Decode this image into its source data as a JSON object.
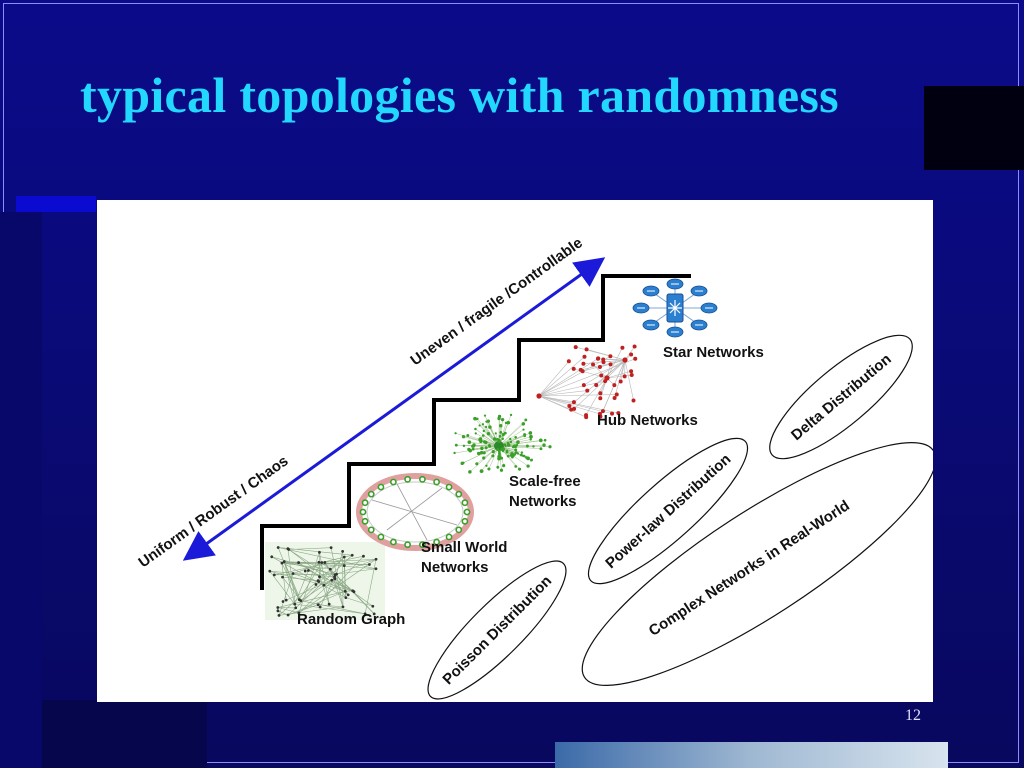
{
  "slide": {
    "title": "typical topologies with randomness",
    "page_number": "12"
  },
  "diagram": {
    "arrow_up_label": "Uneven / fragile /Controllable",
    "arrow_down_label": "Uniform / Robust / Chaos",
    "steps": [
      {
        "label": "Random Graph"
      },
      {
        "label_line1": "Small World",
        "label_line2": "Networks"
      },
      {
        "label_line1": "Scale-free",
        "label_line2": "Networks"
      },
      {
        "label": "Hub Networks"
      },
      {
        "label": "Star Networks"
      }
    ],
    "distributions": [
      {
        "label": "Poisson Distribution"
      },
      {
        "label": "Power-law Distribution"
      },
      {
        "label": "Delta Distribution"
      },
      {
        "label": "Complex Networks in Real-World"
      }
    ],
    "colors": {
      "title": "#23d8ff",
      "arrow": "#1a1ad8",
      "staircase": "#000000",
      "node_green": "#3aa02a",
      "node_red": "#c02020",
      "router_blue": "#2a7fd0"
    }
  }
}
